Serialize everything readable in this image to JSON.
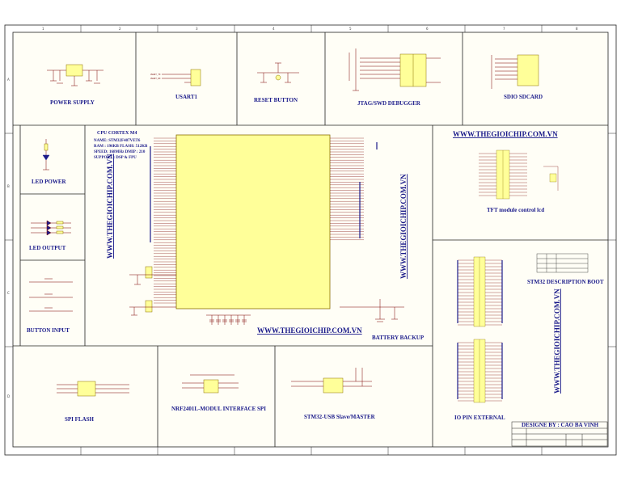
{
  "colors": {
    "background": "#ffffff",
    "sheet": "#fffef6",
    "border": "#222222",
    "ic_fill": "#ffff99",
    "ic_stroke": "#8b6f00",
    "bus": "#1a1a8a",
    "wire": "#7a0000",
    "title": "#1a1a8a"
  },
  "sections": {
    "power_supply": "POWER SUPPLY",
    "usart1": "USART1",
    "reset_button": "RESET BUTTON",
    "jtag": "JTAG/SWD DEBUGGER",
    "sdio": "SDIO SDCARD",
    "led_power": "LED POWER",
    "led_output": "LED OUTPUT",
    "button_input": "BUTTON INPUT",
    "tft": "TFT module control lcd",
    "boot": "STM32 DESCRIPTION BOOT",
    "battery": "BATTERY BACKUP",
    "spi_flash": "SPI FLASH",
    "nrf": "NRF2401L-MODUL INTERFACE SPI",
    "usb": "STM32-USB Slave/MASTER",
    "io_pin": "IO PIN EXTERNAL"
  },
  "cpu_info": {
    "title": "CPU CORTEX M4",
    "lines": [
      "NAME: STM32F407VET6",
      "RAM : 196KB    FLASH: 512KB",
      "SPEED: 168MHz   DMIP : 210",
      "SUPPORT : DSP & FPU"
    ]
  },
  "watermark": "WWW.THEGIOICHIP.COM.VN",
  "designer": "DESIGNE BY : CAO BA VINH",
  "frame_numbers": [
    "1",
    "2",
    "3",
    "4",
    "5",
    "6",
    "7",
    "8"
  ],
  "frame_letters": [
    "A",
    "B",
    "C",
    "D"
  ]
}
